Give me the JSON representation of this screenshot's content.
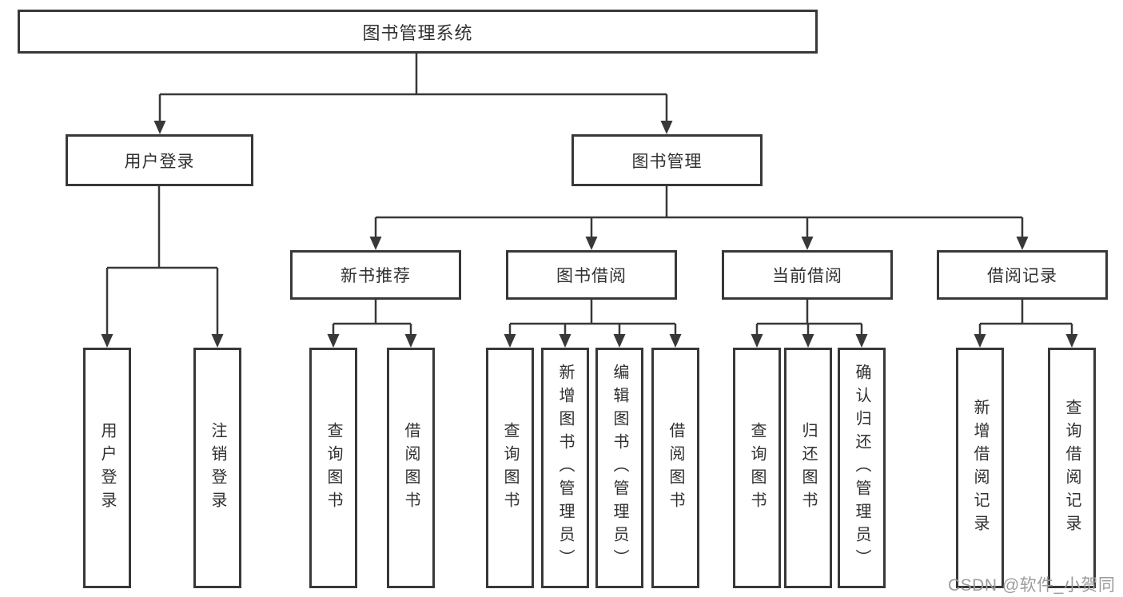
{
  "diagram": {
    "root": "图书管理系统",
    "level2": {
      "user_login": "用户登录",
      "book_management": "图书管理"
    },
    "level3": {
      "new_book_recommend": "新书推荐",
      "book_borrow": "图书借阅",
      "current_borrow": "当前借阅",
      "borrow_records": "借阅记录"
    },
    "leaves": {
      "user_login": "用户登录",
      "logout": "注销登录",
      "newrec_search_books": "查询图书",
      "newrec_borrow_books": "借阅图书",
      "borrow_search_books": "查询图书",
      "borrow_add_books": "新增图书（管理员）",
      "borrow_edit_books": "编辑图书（管理员）",
      "borrow_borrow_books": "借阅图书",
      "current_search_books": "查询图书",
      "current_return_books": "归还图书",
      "current_confirm_return": "确认归还（管理员）",
      "records_add": "新增借阅记录",
      "records_search": "查询借阅记录"
    }
  },
  "watermark": "CSDN @软件_小贺同学",
  "colors": {
    "line": "#383838",
    "text": "#303030",
    "watermark": "#9c9c9c",
    "background": "#ffffff"
  }
}
